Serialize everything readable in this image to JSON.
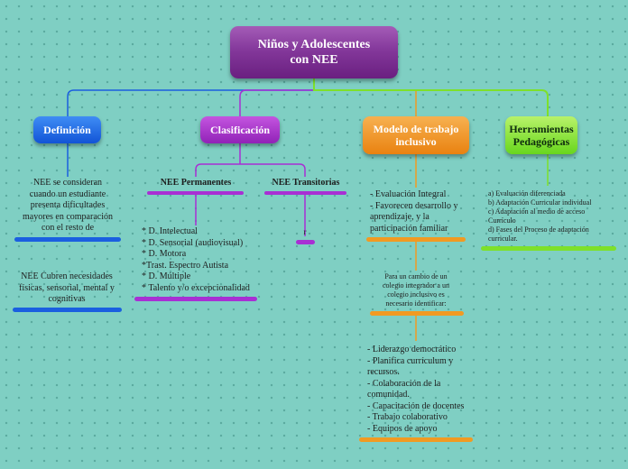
{
  "root": {
    "title": "Niños y Adolescentes con NEE"
  },
  "definicion": {
    "label": "Definición",
    "text1": "NEE se consideran cuando un estudiante presenta dificultades mayores en comparación con el resto de",
    "text2": "NEE Cubren necesidades físicas, sensorial, mental y cognitivas"
  },
  "clasificacion": {
    "label": "Clasificación",
    "permanentes": {
      "label": "NEE Permanentes",
      "items": [
        "* D. Intelectual",
        "* D. Sensorial (audiovisual)",
        "* D. Motora",
        "*Trast. Espectro Autista",
        "* D. Múltiple",
        "* Talento y/o excepcionalidad"
      ]
    },
    "transitorias": {
      "label": "NEE Transitorias",
      "note": "r"
    }
  },
  "modelo": {
    "label": "Modelo de trabajo inclusivo",
    "items1": [
      "- Evaluación Integral",
      "- Favorecen desarrollo y aprendizaje, y la participación familiar"
    ],
    "text2": "Para un cambio de un colegio integrador a un colegio inclusivo es necesario identificar:",
    "items3": [
      "- Liderazgo democrático",
      "- Planifica currículum y recursos.",
      "- Colaboración de la comunidad.",
      "- Capacitación de docentes",
      "- Trabajo colaborativo",
      "- Equipos de apoyo"
    ]
  },
  "herramientas": {
    "label": "Herramientas Pedagógicas",
    "items": [
      "a) Evaluación diferenciada",
      "b) Adaptación Curricular individual",
      "c) Adaptación al medio de acceso Currículo",
      "d) Fases del Proceso de adaptación curricular."
    ]
  },
  "colors": {
    "blue": "#1a5fe0",
    "purple": "#a82fd4",
    "orange": "#f19a22",
    "green": "#7ee02a"
  }
}
